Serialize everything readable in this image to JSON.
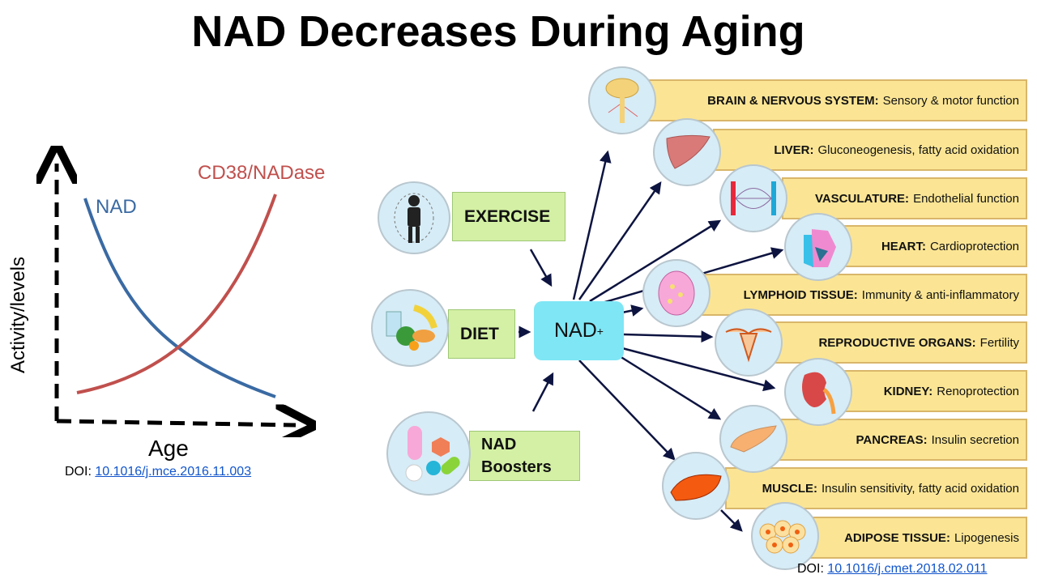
{
  "title": "NAD Decreases During Aging",
  "graph": {
    "y_label": "Activity/levels",
    "x_label": "Age",
    "nad_label": "NAD",
    "cd38_label": "CD38/NADase",
    "colors": {
      "nad": "#3a6aa3",
      "cd38": "#c0504d"
    }
  },
  "doi_left": {
    "prefix": "DOI:",
    "link": "10.1016/j.mce.2016.11.003"
  },
  "inputs": [
    {
      "label": "EXERCISE",
      "icon": "jump-rope-icon"
    },
    {
      "label": "DIET",
      "icon": "food-icon"
    },
    {
      "label": "NAD Boosters",
      "icon": "pills-icon"
    }
  ],
  "center": {
    "label": "NAD",
    "sup": "+"
  },
  "organs": [
    {
      "name": "BRAIN & NERVOUS SYSTEM:",
      "function": "Sensory & motor function",
      "icon": "brain-icon"
    },
    {
      "name": "LIVER:",
      "function": "Gluconeogenesis, fatty acid oxidation",
      "icon": "liver-icon"
    },
    {
      "name": "VASCULATURE:",
      "function": "Endothelial function",
      "icon": "vessels-icon"
    },
    {
      "name": "HEART:",
      "function": "Cardioprotection",
      "icon": "heart-icon"
    },
    {
      "name": "LYMPHOID TISSUE:",
      "function": "Immunity & anti-inflammatory",
      "icon": "lymph-node-icon"
    },
    {
      "name": "REPRODUCTIVE ORGANS:",
      "function": "Fertility",
      "icon": "uterus-icon"
    },
    {
      "name": "KIDNEY:",
      "function": "Renoprotection",
      "icon": "kidney-icon"
    },
    {
      "name": "PANCREAS:",
      "function": "Insulin secretion",
      "icon": "pancreas-icon"
    },
    {
      "name": "MUSCLE:",
      "function": "Insulin sensitivity, fatty acid oxidation",
      "icon": "muscle-icon"
    },
    {
      "name": "ADIPOSE TISSUE:",
      "function": "Lipogenesis",
      "icon": "fat-cells-icon"
    }
  ],
  "doi_right": {
    "prefix": "DOI:",
    "link": "10.1016/j.cmet.2018.02.011"
  }
}
